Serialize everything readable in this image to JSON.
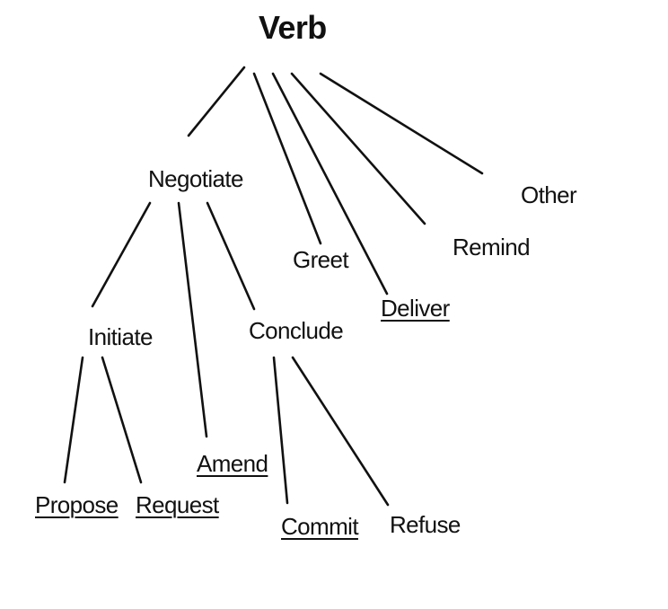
{
  "tree": {
    "root": "Verb",
    "nodes": {
      "negotiate": "Negotiate",
      "greet": "Greet",
      "deliver": "Deliver",
      "remind": "Remind",
      "other": "Other",
      "initiate": "Initiate",
      "amend": "Amend",
      "conclude": "Conclude",
      "propose": "Propose",
      "request": "Request",
      "commit": "Commit",
      "refuse": "Refuse"
    },
    "underlined": [
      "deliver",
      "amend",
      "propose",
      "request",
      "commit"
    ],
    "edges": [
      [
        "root",
        "negotiate"
      ],
      [
        "root",
        "greet"
      ],
      [
        "root",
        "deliver"
      ],
      [
        "root",
        "remind"
      ],
      [
        "root",
        "other"
      ],
      [
        "negotiate",
        "initiate"
      ],
      [
        "negotiate",
        "amend"
      ],
      [
        "negotiate",
        "conclude"
      ],
      [
        "initiate",
        "propose"
      ],
      [
        "initiate",
        "request"
      ],
      [
        "conclude",
        "commit"
      ],
      [
        "conclude",
        "refuse"
      ]
    ],
    "line_color": "#111111"
  }
}
